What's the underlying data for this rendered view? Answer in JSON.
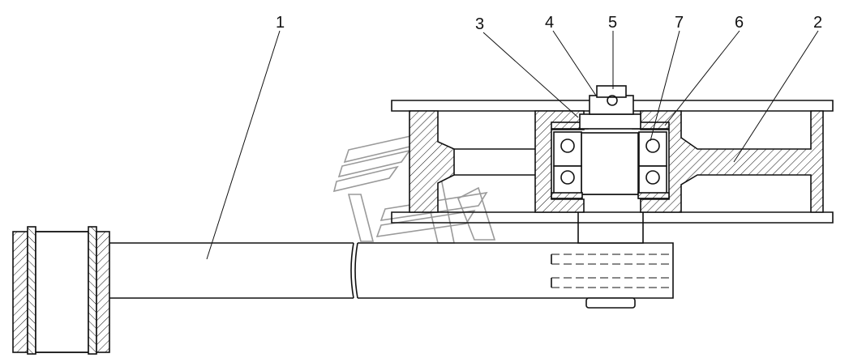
{
  "callouts": [
    {
      "id": "1",
      "text": "1"
    },
    {
      "id": "2",
      "text": "2"
    },
    {
      "id": "3",
      "text": "3"
    },
    {
      "id": "4",
      "text": "4"
    },
    {
      "id": "5",
      "text": "5"
    },
    {
      "id": "6",
      "text": "6"
    },
    {
      "id": "7",
      "text": "7"
    }
  ],
  "colors": {
    "line": "#111111",
    "watermark": "#9a9a9a",
    "background": "#ffffff"
  }
}
